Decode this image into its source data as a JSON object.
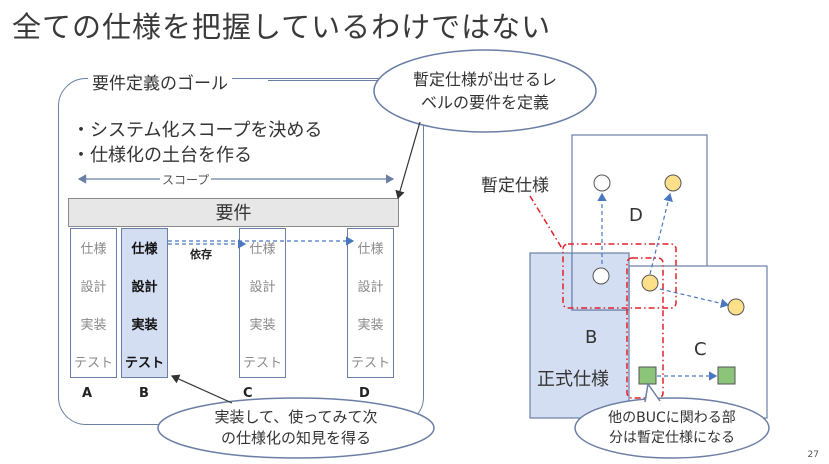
{
  "title": "全ての仕様を把握しているわけではない",
  "goal": {
    "label": "要件定義のゴール",
    "bullets": [
      "・システム化スコープを決める",
      "・仕様化の土台を作る"
    ],
    "scope_label": "スコープ",
    "requirements_label": "要件",
    "dependency_label": "依存"
  },
  "columns": [
    {
      "id": "A",
      "cells": [
        "仕様",
        "設計",
        "実装",
        "テスト"
      ]
    },
    {
      "id": "B",
      "cells": [
        "仕様",
        "設計",
        "実装",
        "テスト"
      ]
    },
    {
      "id": "C",
      "cells": [
        "仕様",
        "設計",
        "実装",
        "テスト"
      ]
    },
    {
      "id": "D",
      "cells": [
        "仕様",
        "設計",
        "実装",
        "テスト"
      ]
    }
  ],
  "callouts": {
    "top": [
      "暫定仕様が出せるレ",
      "ベルの要件を定義"
    ],
    "bottom": [
      "実装して、使ってみて次",
      "の仕様化の知見を得る"
    ],
    "right": [
      "他のBUCに関わる部",
      "分は暫定仕様になる"
    ]
  },
  "right_diagram": {
    "provisional_label": "暫定仕様",
    "formal_label": "正式仕様",
    "box_b": "B",
    "box_c": "C",
    "box_d": "D"
  },
  "colors": {
    "box_fill": "#d4def2",
    "box_stroke": "#6b7fa6",
    "circle_yellow": "#ffe08a",
    "square_green": "#8cc47a",
    "dashed_red": "#e0202a",
    "arrow_blue": "#4a78c0"
  },
  "page_number": "27"
}
